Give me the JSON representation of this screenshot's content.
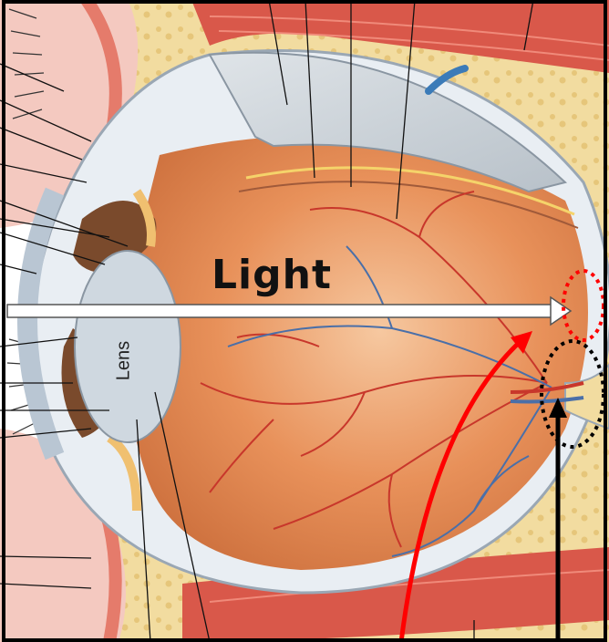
{
  "labels": {
    "light": "Light",
    "lens": "Lens"
  },
  "colors": {
    "retina": "#e8915a",
    "vessel_artery": "#c8372b",
    "vessel_vein": "#4a6fa8",
    "muscle": "#d9584a",
    "fat": "#f2dca0",
    "sclera": "#e9eef3",
    "red_marker": "#ff0000",
    "black_marker": "#000000"
  },
  "icons": {
    "light_arrow": "white-right-arrow",
    "red_pointer": "red-curved-arrow",
    "black_pointer": "black-up-arrow",
    "red_circle": "dotted-ellipse-fovea",
    "black_circle": "dotted-ellipse-optic-disc"
  }
}
